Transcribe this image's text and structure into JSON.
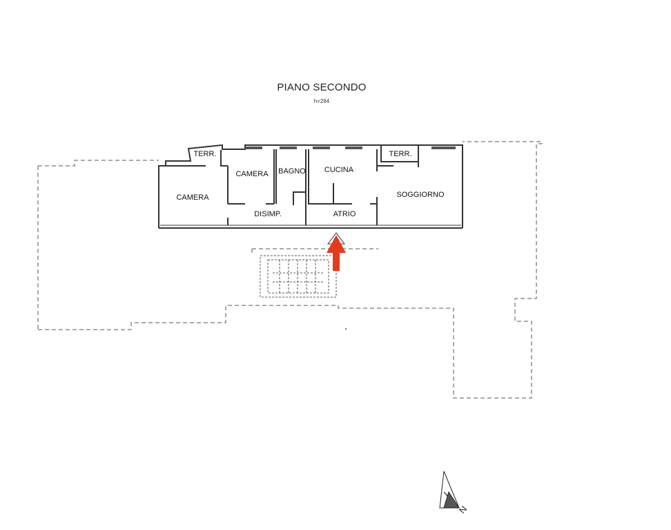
{
  "plan": {
    "title": "PIANO SECONDO",
    "height_note": "h=264",
    "rooms": {
      "terr_left": "TERR.",
      "camera_left": "CAMERA",
      "camera_mid": "CAMERA",
      "bagno": "BAGNO",
      "cucina": "CUCINA",
      "terr_right": "TERR.",
      "soggiorno": "SOGGIORNO",
      "disimp": "DISIMP.",
      "atrio": "ATRIO"
    },
    "north_label": "N",
    "colors": {
      "lines": "#333333",
      "arrow": "#e53a1e"
    }
  }
}
